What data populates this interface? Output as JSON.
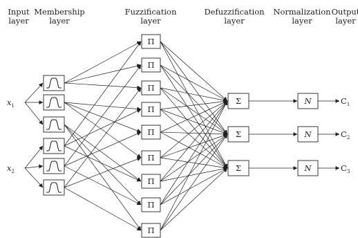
{
  "headers": [
    {
      "id": "input",
      "lines": [
        "Input",
        "layer"
      ]
    },
    {
      "id": "membership",
      "lines": [
        "Membership",
        "layer"
      ]
    },
    {
      "id": "fuzzification",
      "lines": [
        "Fuzzification",
        "layer"
      ]
    },
    {
      "id": "defuzzification",
      "lines": [
        "Defuzzification",
        "layer"
      ]
    },
    {
      "id": "normalization",
      "lines": [
        "Normalization",
        "layer"
      ]
    },
    {
      "id": "output",
      "lines": [
        "Output",
        "layer"
      ]
    }
  ],
  "inputs": [
    {
      "base": "x",
      "sub": "1"
    },
    {
      "base": "x",
      "sub": "2"
    }
  ],
  "membership_node_count": 6,
  "membership_icon": "bell-membership-function-icon",
  "fuzzification_nodes": [
    "Π",
    "Π",
    "Π",
    "Π",
    "Π",
    "Π",
    "Π",
    "Π",
    "Π"
  ],
  "defuzzification_nodes": [
    "Σ",
    "Σ",
    "Σ"
  ],
  "normalization_nodes": [
    "N",
    "N",
    "N"
  ],
  "outputs": [
    {
      "base": "C",
      "sub": "1"
    },
    {
      "base": "C",
      "sub": "2"
    },
    {
      "base": "C",
      "sub": "3"
    }
  ]
}
